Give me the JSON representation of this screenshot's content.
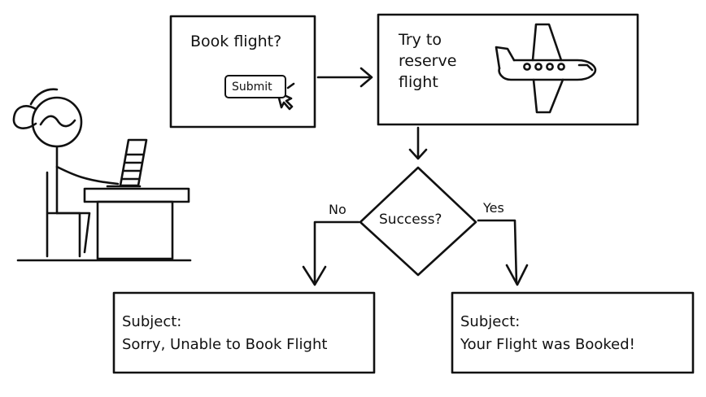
{
  "step_book": {
    "title": "Book flight?",
    "button_label": "Submit"
  },
  "step_reserve": {
    "line1": "Try to",
    "line2": "reserve",
    "line3": "flight"
  },
  "decision": {
    "label": "Success?",
    "no_label": "No",
    "yes_label": "Yes"
  },
  "outcome_fail": {
    "line1": "Subject:",
    "line2": "Sorry, Unable to Book Flight"
  },
  "outcome_success": {
    "line1": "Subject:",
    "line2": "Your Flight was Booked!"
  },
  "colors": {
    "ink": "#111111",
    "background": "#ffffff"
  },
  "icons": [
    "person-at-laptop-illustration",
    "airplane-icon",
    "cursor-click-icon",
    "arrow-right-icon",
    "arrow-down-icon"
  ]
}
